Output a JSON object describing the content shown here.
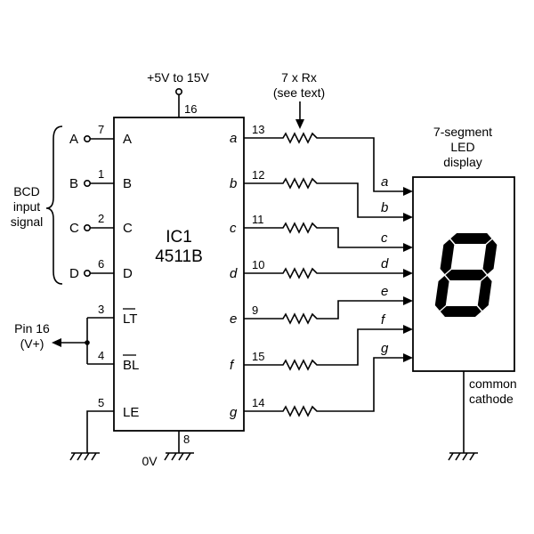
{
  "supply": {
    "label": "+5V to 15V",
    "pin": "16"
  },
  "resistors": {
    "label_line1": "7 x Rx",
    "label_line2": "(see text)"
  },
  "display": {
    "title_line1": "7-segment",
    "title_line2": "LED",
    "title_line3": "display",
    "cathode_line1": "common",
    "cathode_line2": "cathode",
    "segment_inputs": [
      "a",
      "b",
      "c",
      "d",
      "e",
      "f",
      "g"
    ],
    "digit": "8"
  },
  "ic": {
    "name": "IC1",
    "part": "4511B"
  },
  "bcd": {
    "line1": "BCD",
    "line2": "input",
    "line3": "signal"
  },
  "inputs": [
    {
      "ext": "A",
      "pin": "7",
      "name": "A"
    },
    {
      "ext": "B",
      "pin": "1",
      "name": "B"
    },
    {
      "ext": "C",
      "pin": "2",
      "name": "C"
    },
    {
      "ext": "D",
      "pin": "6",
      "name": "D"
    }
  ],
  "controls": [
    {
      "pin": "3",
      "name": "LT"
    },
    {
      "pin": "4",
      "name": "BL"
    },
    {
      "pin": "5",
      "name": "LE"
    }
  ],
  "pin16": {
    "line1": "Pin 16",
    "line2": "(V+)"
  },
  "outputs": [
    {
      "name": "a",
      "pin": "13"
    },
    {
      "name": "b",
      "pin": "12"
    },
    {
      "name": "c",
      "pin": "11"
    },
    {
      "name": "d",
      "pin": "10"
    },
    {
      "name": "e",
      "pin": "9"
    },
    {
      "name": "f",
      "pin": "15"
    },
    {
      "name": "g",
      "pin": "14"
    }
  ],
  "ground": {
    "label": "0V",
    "pin": "8"
  }
}
